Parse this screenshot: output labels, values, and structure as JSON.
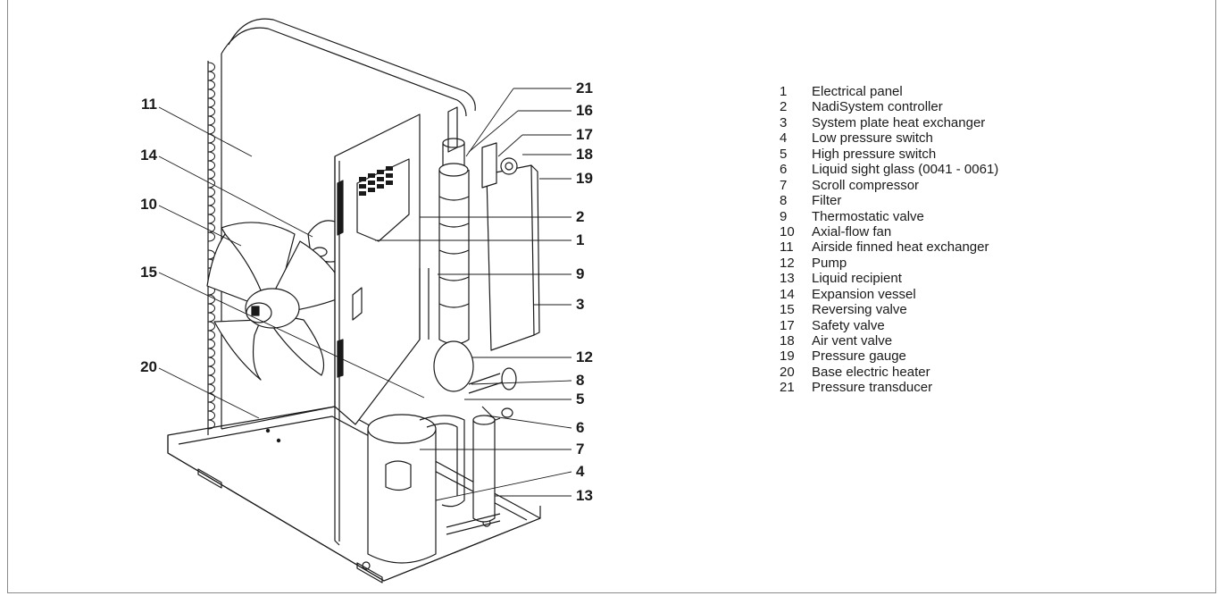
{
  "colors": {
    "line": "#1a1a1a",
    "frame": "#8a8a8a",
    "background": "#ffffff"
  },
  "callouts": {
    "c11": "11",
    "c14": "14",
    "c10": "10",
    "c15": "15",
    "c20": "20",
    "c21": "21",
    "c16": "16",
    "c17": "17",
    "c18": "18",
    "c19": "19",
    "c2": "2",
    "c1": "1",
    "c9": "9",
    "c3": "3",
    "c12": "12",
    "c8": "8",
    "c5": "5",
    "c6": "6",
    "c7": "7",
    "c4": "4",
    "c13": "13"
  },
  "legend": [
    {
      "num": "1",
      "label": "Electrical panel"
    },
    {
      "num": "2",
      "label": "NadiSystem controller"
    },
    {
      "num": "3",
      "label": "System plate heat exchanger"
    },
    {
      "num": "4",
      "label": "Low pressure switch"
    },
    {
      "num": "5",
      "label": "High pressure switch"
    },
    {
      "num": "6",
      "label": "Liquid sight glass (0041 - 0061)"
    },
    {
      "num": "7",
      "label": "Scroll compressor"
    },
    {
      "num": "8",
      "label": "Filter"
    },
    {
      "num": "9",
      "label": "Thermostatic valve"
    },
    {
      "num": "10",
      "label": "Axial-flow fan"
    },
    {
      "num": "11",
      "label": "Airside finned heat exchanger"
    },
    {
      "num": "12",
      "label": "Pump"
    },
    {
      "num": "13",
      "label": "Liquid recipient"
    },
    {
      "num": "14",
      "label": "Expansion vessel"
    },
    {
      "num": "15",
      "label": "Reversing valve"
    },
    {
      "num": "17",
      "label": "Safety valve"
    },
    {
      "num": "18",
      "label": "Air vent valve"
    },
    {
      "num": "19",
      "label": "Pressure gauge"
    },
    {
      "num": "20",
      "label": "Base electric heater"
    },
    {
      "num": "21",
      "label": "Pressure transducer"
    }
  ]
}
